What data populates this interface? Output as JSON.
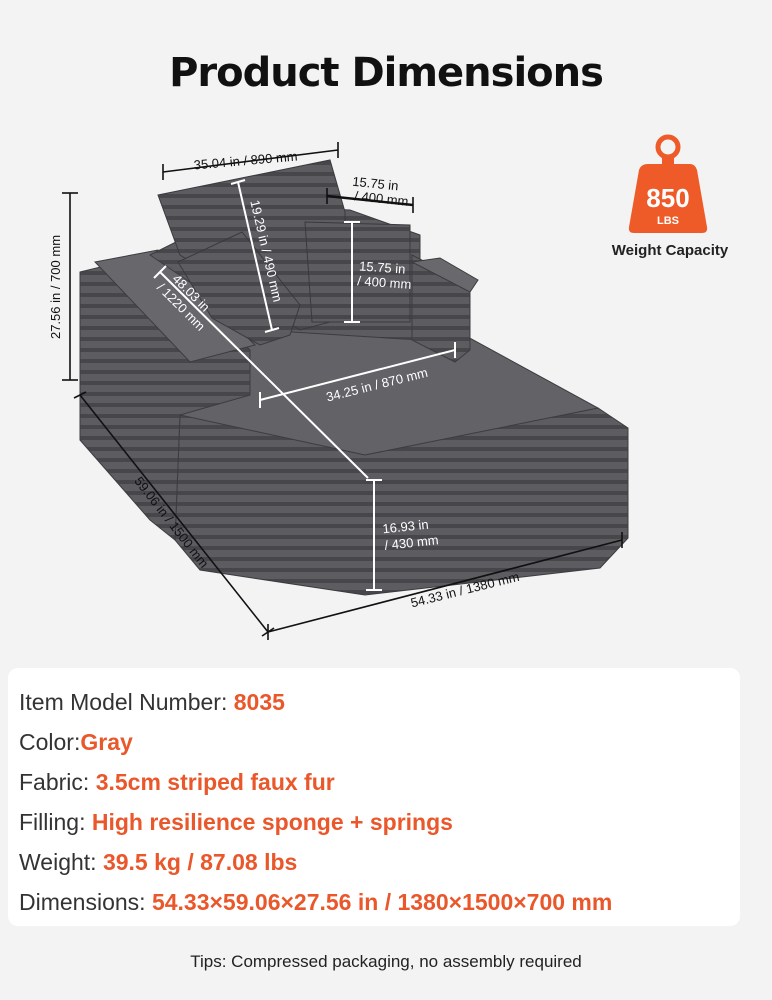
{
  "page": {
    "title": "Product Dimensions"
  },
  "badge": {
    "value": "850",
    "unit": "LBS",
    "caption": "Weight Capacity",
    "color": "#ee5b28",
    "icon": "weight-icon"
  },
  "dimensions": {
    "back_width": "35.04 in / 890 mm",
    "back_height": "19.29 in / 490 mm",
    "pillow_width_top": [
      "15.75 in",
      "/ 400 mm"
    ],
    "pillow_height": [
      "15.75 in",
      "/ 400 mm"
    ],
    "total_height": "27.56 in / 700 mm",
    "diagonal_depth": [
      "48.03 in",
      "/ 1220 mm"
    ],
    "seat_width": "34.25 in / 870 mm",
    "seat_height": [
      "16.93 in",
      "/ 430 mm"
    ],
    "total_depth": "59.06 in / 1500 mm",
    "total_width": "54.33 in / 1380 mm"
  },
  "specs": [
    {
      "label": "Item Model Number: ",
      "value": "8035"
    },
    {
      "label": "Color:",
      "value": "Gray"
    },
    {
      "label": "Fabric: ",
      "value": "3.5cm striped faux fur"
    },
    {
      "label": "Filling: ",
      "value": "High resilience sponge + springs"
    },
    {
      "label": "Weight: ",
      "value": "39.5 kg / 87.08 lbs"
    },
    {
      "label": "Dimensions: ",
      "value": "54.33×59.06×27.56 in / 1380×1500×700 mm"
    }
  ],
  "tips": "Tips: Compressed packaging, no assembly required",
  "colors": {
    "accent": "#e9572b",
    "sofa": "#5a5a5f",
    "background": "#f3f3f3"
  }
}
